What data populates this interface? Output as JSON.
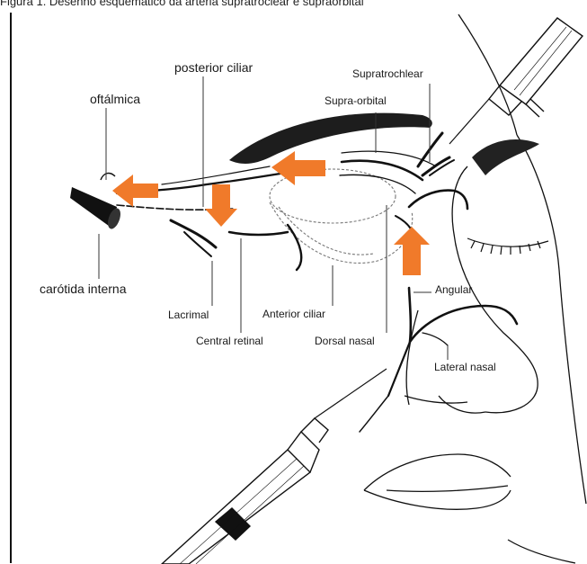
{
  "caption": "Figura 1. Desenho esquemático da artéria supratroclear e supraorbital",
  "labels": {
    "posterior_ciliar": "posterior ciliar",
    "oftalmica": "oftálmica",
    "supratrochlear": "Supratrochlear",
    "supra_orbital": "Supra-orbital",
    "carotida_interna": "carótida interna",
    "lacrimal": "Lacrimal",
    "anterior_ciliar": "Anterior ciliar",
    "central_retinal": "Central retinal",
    "dorsal_nasal": "Dorsal nasal",
    "angular": "Angular",
    "lateral_nasal": "Lateral nasal"
  },
  "colors": {
    "arrow": "#f07a2a",
    "line": "#111111"
  }
}
